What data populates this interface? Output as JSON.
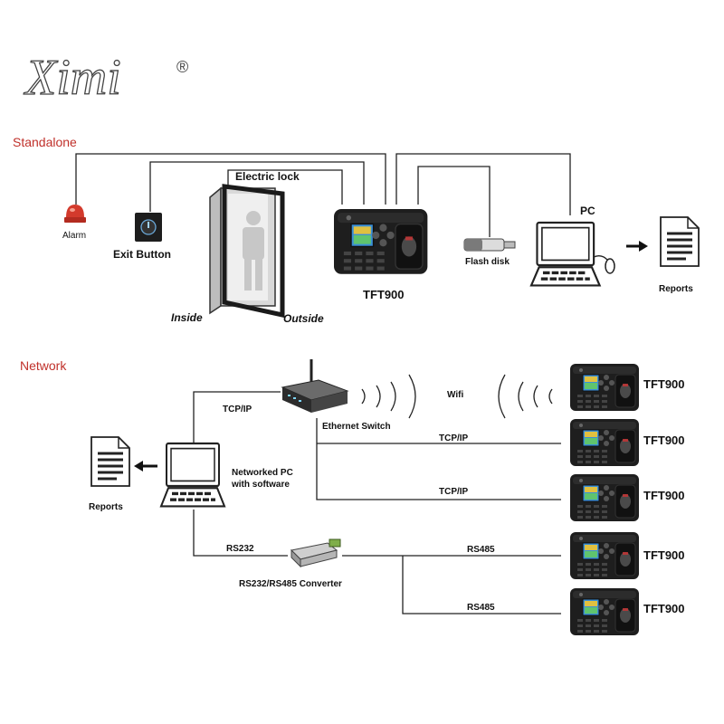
{
  "logo": {
    "text": "Ximi",
    "mark": "®"
  },
  "sections": {
    "standalone": "Standalone",
    "network": "Network"
  },
  "standalone": {
    "alarm": "Alarm",
    "exit_button": "Exit Button",
    "electric_lock": "Electric lock",
    "inside": "Inside",
    "outside": "Outside",
    "device": "TFT900",
    "flash_disk": "Flash disk",
    "pc": "PC",
    "reports": "Reports"
  },
  "network": {
    "tcpip_top": "TCP/IP",
    "ethernet_switch": "Ethernet Switch",
    "wifi": "Wifi",
    "tcpip_1": "TCP/IP",
    "tcpip_2": "TCP/IP",
    "networked_pc_1": "Networked PC",
    "networked_pc_2": "with software",
    "reports": "Reports",
    "rs232": "RS232",
    "converter": "RS232/RS485 Converter",
    "rs485_1": "RS485",
    "rs485_2": "RS485",
    "devices": [
      "TFT900",
      "TFT900",
      "TFT900",
      "TFT900",
      "TFT900"
    ]
  },
  "colors": {
    "section_label": "#c0302a",
    "alarm": "#d33a2c",
    "device_body": "#1e1e1e",
    "screen": "#3a8fd6"
  }
}
